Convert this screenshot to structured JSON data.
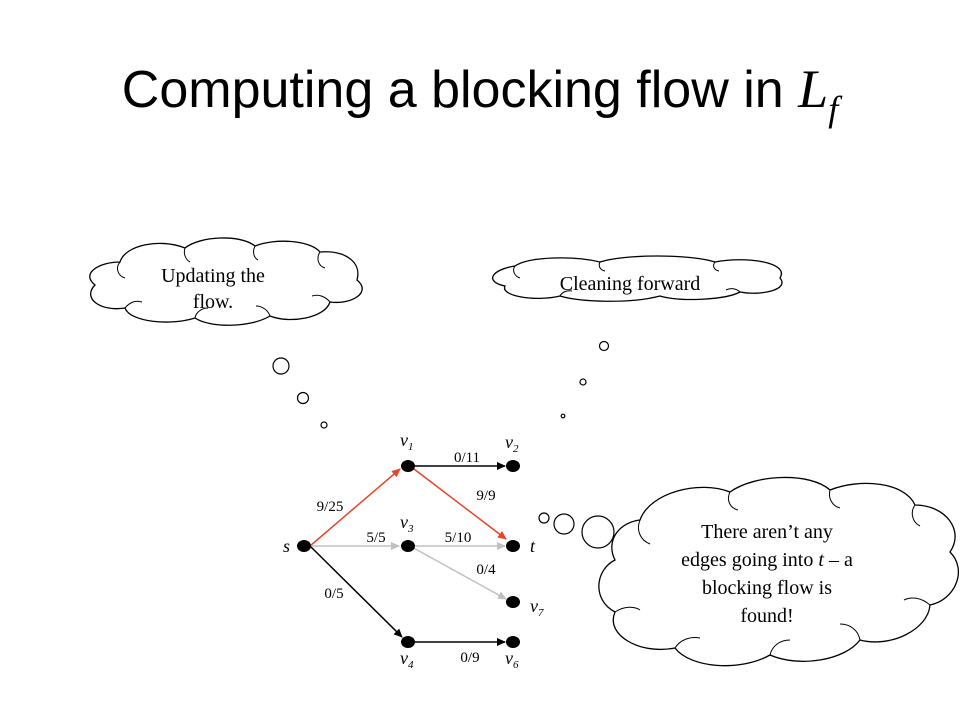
{
  "title": {
    "text": "Computing a blocking flow in ",
    "var": "L",
    "sub": "f"
  },
  "clouds": {
    "updating": {
      "line1": "Updating the",
      "line2": "flow."
    },
    "cleaning": {
      "line1": "Cleaning forward"
    },
    "blocking": {
      "line1": "There aren’t any",
      "line2a": "edges going into ",
      "line2t": "t",
      "line2b": " – a",
      "line3": "blocking flow is",
      "line4": "found!"
    }
  },
  "graph": {
    "nodes": {
      "s": {
        "label": "s",
        "sub": ""
      },
      "v1": {
        "label": "v",
        "sub": "1"
      },
      "v2": {
        "label": "v",
        "sub": "2"
      },
      "v3": {
        "label": "v",
        "sub": "3"
      },
      "v4": {
        "label": "v",
        "sub": "4"
      },
      "v6": {
        "label": "v",
        "sub": "6"
      },
      "v7": {
        "label": "v",
        "sub": "7"
      },
      "t": {
        "label": "t",
        "sub": ""
      }
    },
    "edges": {
      "s_v1": {
        "label": "9/25",
        "color": "#e8452c"
      },
      "v1_v2": {
        "label": "0/11",
        "color": "#000000"
      },
      "v1_t": {
        "label": "9/9",
        "color": "#e8452c"
      },
      "s_v3": {
        "label": "5/5",
        "color": "#c0c0c0"
      },
      "v3_t": {
        "label": "5/10",
        "color": "#c0c0c0"
      },
      "v3_v7": {
        "label": "0/4",
        "color": "#c0c0c0"
      },
      "s_v4": {
        "label": "0/5",
        "color": "#000000"
      },
      "v4_v6": {
        "label": "0/9",
        "color": "#000000"
      }
    }
  }
}
